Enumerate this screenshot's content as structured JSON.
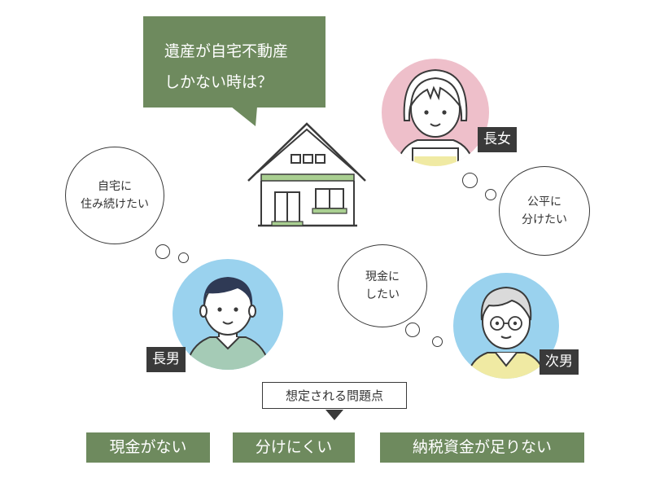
{
  "callout": {
    "line1": "遺産が自宅不動産",
    "line2": "しかない時は？"
  },
  "bubbles": {
    "eldest_son_line1": "自宅に",
    "eldest_son_line2": "住み続けたい",
    "eldest_daughter_line1": "公平に",
    "eldest_daughter_line2": "分けたい",
    "second_son_line1": "現金に",
    "second_son_line2": "したい"
  },
  "labels": {
    "eldest_son": "長男",
    "eldest_daughter": "長女",
    "second_son": "次男"
  },
  "problems": {
    "title": "想定される問題点",
    "items": [
      "現金がない",
      "分けにくい",
      "納税資金が足りない"
    ]
  },
  "colors": {
    "accent_green": "#6e8a5e",
    "dark": "#3a3a3a",
    "pink": "#eebfca",
    "blue": "#9ad2ee"
  }
}
